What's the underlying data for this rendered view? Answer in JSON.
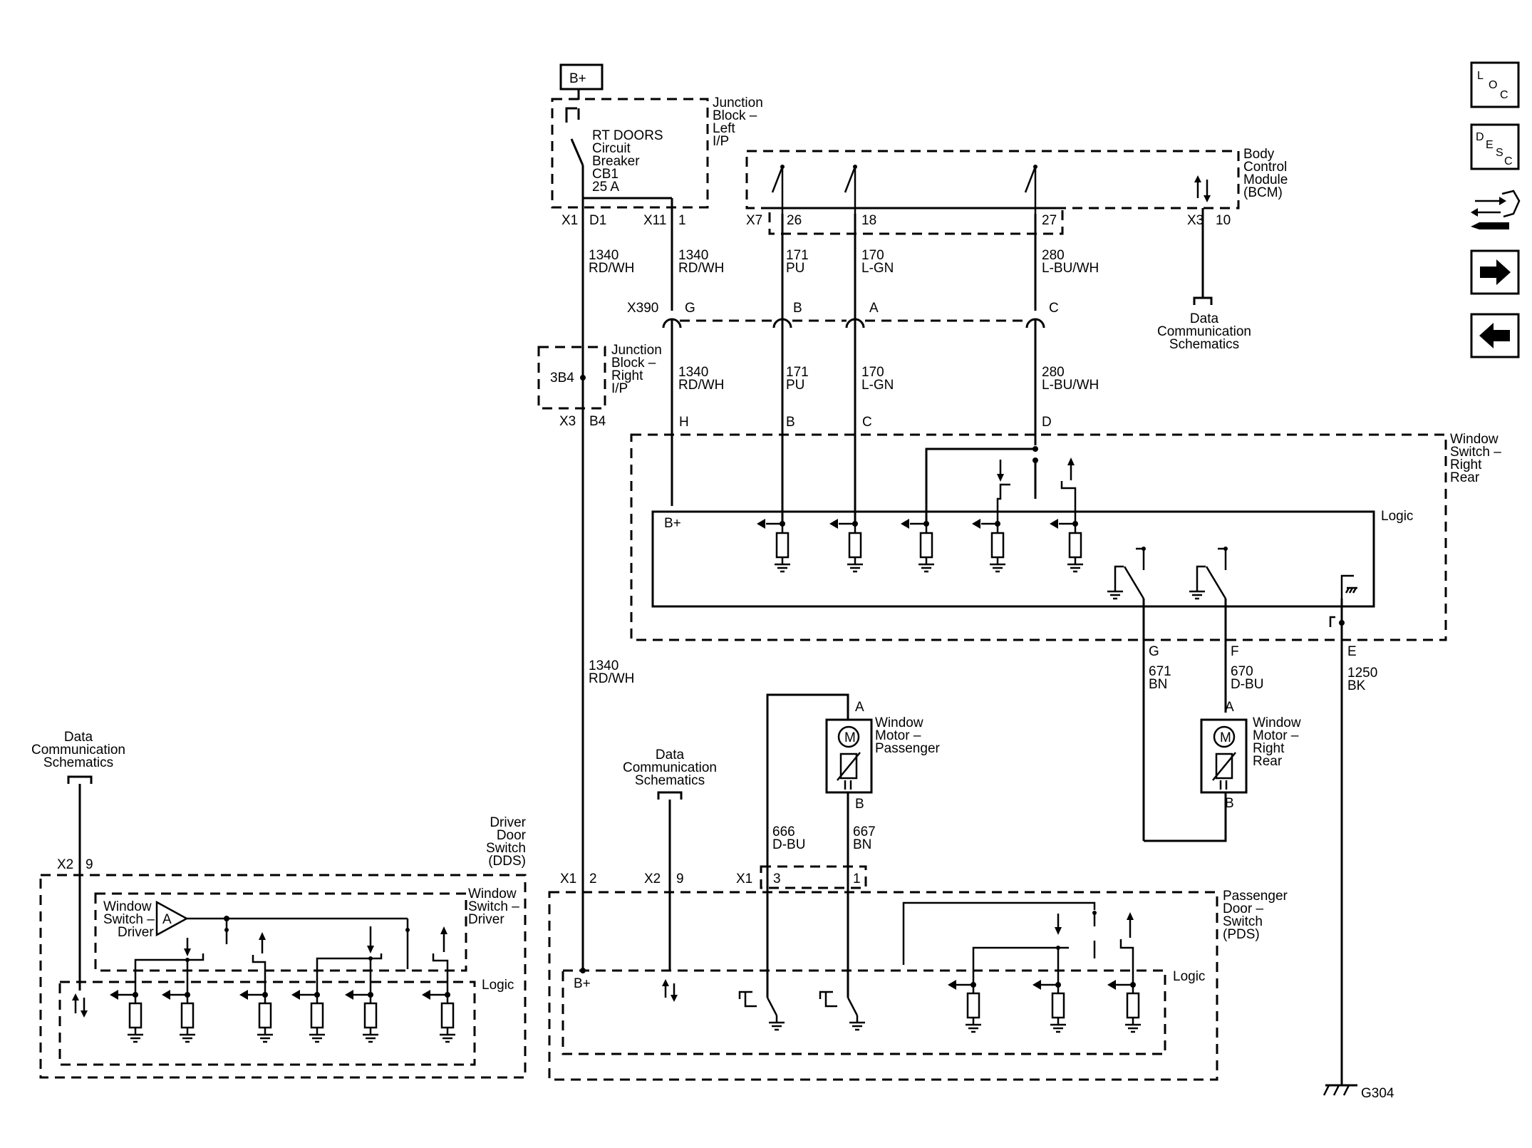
{
  "power": {
    "bplus": "B+",
    "ground": "G304"
  },
  "jb_left": {
    "title": [
      "Junction",
      "Block –",
      "Left",
      "I/P"
    ],
    "breaker": [
      "RT DOORS",
      "Circuit",
      "Breaker",
      "CB1",
      "25 A"
    ],
    "conn_x1": "X1",
    "pin_d1": "D1",
    "conn_x11": "X11",
    "pin_1": "1"
  },
  "bcm": {
    "title": [
      "Body",
      "Control",
      "Module",
      "(BCM)"
    ],
    "conn_x7": "X7",
    "pin_26": "26",
    "pin_18": "18",
    "pin_27": "27",
    "conn_x3": "X3",
    "pin_10": "10"
  },
  "datacomm": {
    "label": [
      "Data",
      "Communication",
      "Schematics"
    ]
  },
  "wires_upper": {
    "w1340_left": [
      "1340",
      "RD/WH"
    ],
    "w1340_right": [
      "1340",
      "RD/WH"
    ],
    "w171": [
      "171",
      "PU"
    ],
    "w170": [
      "170",
      "L-GN"
    ],
    "w280": [
      "280",
      "L-BU/WH"
    ]
  },
  "x390": {
    "conn": "X390",
    "pin_g": "G",
    "pin_b": "B",
    "pin_a": "A",
    "pin_c": "C"
  },
  "jb_right": {
    "title": [
      "Junction",
      "Block –",
      "Right",
      "I/P"
    ],
    "splice": "3B4",
    "conn_x3": "X3",
    "pin_b4": "B4"
  },
  "wires_mid": {
    "w1340": [
      "1340",
      "RD/WH"
    ],
    "w171": [
      "171",
      "PU"
    ],
    "w170": [
      "170",
      "L-GN"
    ],
    "w280": [
      "280",
      "L-BU/WH"
    ]
  },
  "ws_rr": {
    "title": [
      "Window",
      "Switch –",
      "Right",
      "Rear"
    ],
    "logic": "Logic",
    "bplus": "B+",
    "pin_h": "H",
    "pin_b": "B",
    "pin_c": "C",
    "pin_d": "D",
    "pin_g": "G",
    "pin_f": "F",
    "pin_e": "E"
  },
  "wires_lower": {
    "w1340": [
      "1340",
      "RD/WH"
    ],
    "w671": [
      "671",
      "BN"
    ],
    "w670": [
      "670",
      "D-BU"
    ],
    "w1250": [
      "1250",
      "BK"
    ],
    "w666": [
      "666",
      "D-BU"
    ],
    "w667": [
      "667",
      "BN"
    ]
  },
  "motor_pass": {
    "title": [
      "Window",
      "Motor –",
      "Passenger"
    ],
    "pin_a": "A",
    "pin_b": "B",
    "m": "M"
  },
  "motor_rr": {
    "title": [
      "Window",
      "Motor –",
      "Right",
      "Rear"
    ],
    "pin_a": "A",
    "pin_b": "B",
    "m": "M"
  },
  "dds": {
    "title": [
      "Driver",
      "Door",
      "Switch",
      "(DDS)"
    ],
    "inner": [
      "Window",
      "Switch –",
      "Driver"
    ],
    "inner_right": [
      "Window",
      "Switch –",
      "Driver"
    ],
    "logic": "Logic",
    "amp": "A",
    "conn_x2": "X2",
    "pin_9": "9"
  },
  "pds": {
    "title": [
      "Passenger",
      "Door –",
      "Switch",
      "(PDS)"
    ],
    "logic": "Logic",
    "bplus": "B+",
    "conn_x1": "X1",
    "pin_2": "2",
    "conn_x2": "X2",
    "pin_9": "9",
    "conn_x1b": "X1",
    "pin_3": "3",
    "pin_1": "1"
  },
  "nav": {
    "loc": [
      "L",
      "O",
      "C"
    ],
    "desc": [
      "D",
      "E",
      "S",
      "C"
    ]
  }
}
